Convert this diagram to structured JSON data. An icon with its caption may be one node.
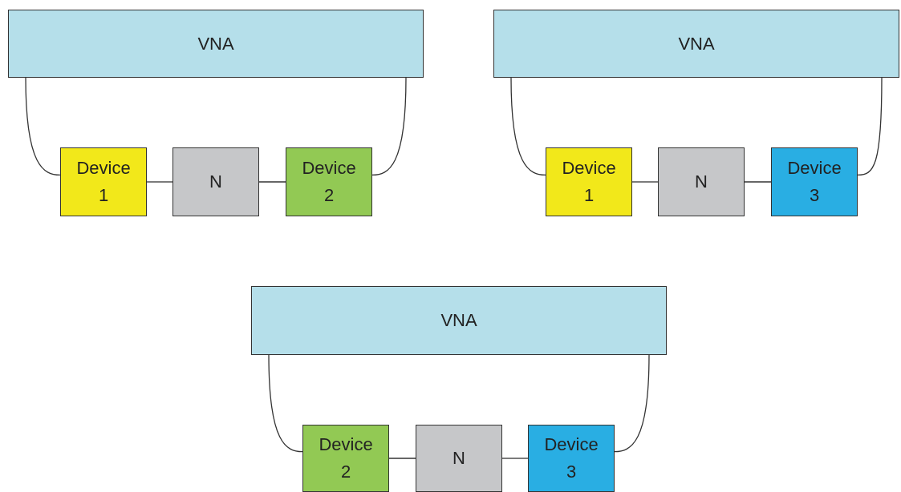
{
  "diagram": {
    "nodes": [
      {
        "text": [
          "VNA"
        ]
      },
      {
        "text": [
          "Device 1"
        ]
      },
      {
        "text": [
          "N"
        ]
      },
      {
        "text": [
          "Device 2"
        ]
      },
      {
        "text": [
          "VNA"
        ]
      },
      {
        "text": [
          "Device 1"
        ]
      },
      {
        "text": [
          "N"
        ]
      },
      {
        "text": [
          "Device 3"
        ]
      },
      {
        "text": [
          "VNA"
        ]
      },
      {
        "text": [
          "Device 2"
        ]
      },
      {
        "text": [
          "N"
        ]
      },
      {
        "text": [
          "Device 3"
        ]
      }
    ],
    "edges": [
      {
        "from": 0,
        "to": 1,
        "arrow": "none"
      },
      {
        "from": 1,
        "to": 2,
        "arrow": "none"
      },
      {
        "from": 2,
        "to": 3,
        "arrow": "none"
      },
      {
        "from": 3,
        "to": 0,
        "arrow": "none"
      },
      {
        "from": 4,
        "to": 5,
        "arrow": "none"
      },
      {
        "from": 5,
        "to": 6,
        "arrow": "none"
      },
      {
        "from": 6,
        "to": 7,
        "arrow": "none"
      },
      {
        "from": 7,
        "to": 4,
        "arrow": "none"
      },
      {
        "from": 8,
        "to": 9,
        "arrow": "none"
      },
      {
        "from": 9,
        "to": 10,
        "arrow": "none"
      },
      {
        "from": 10,
        "to": 11,
        "arrow": "none"
      },
      {
        "from": 11,
        "to": 8,
        "arrow": "none"
      }
    ]
  }
}
